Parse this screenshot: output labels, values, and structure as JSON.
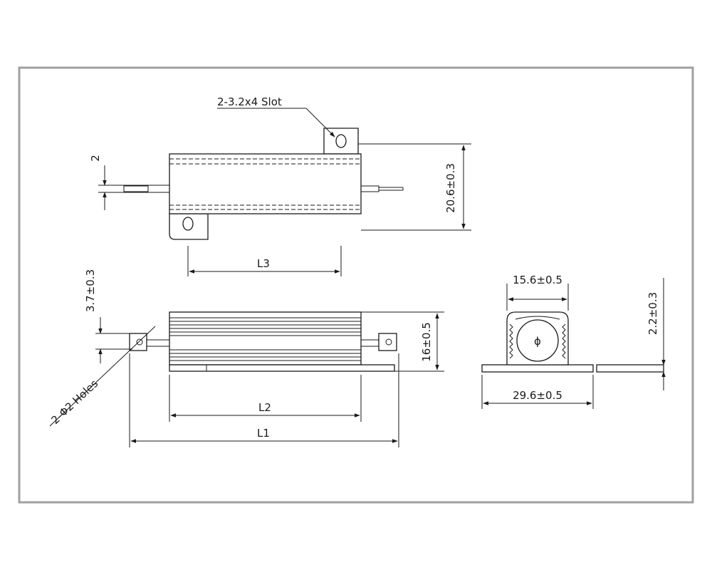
{
  "colors": {
    "frame": "#a0a0a0",
    "line": "#1a1a1a",
    "background": "#ffffff"
  },
  "labels": {
    "slot": "2-3.2x4 Slot",
    "holes": "2-Φ2 Holes",
    "dim_2": "2",
    "dim_20_6": "20.6±0.3",
    "dim_L3": "L3",
    "dim_3_7": "3.7±0.3",
    "dim_16": "16±0.5",
    "dim_L2": "L2",
    "dim_L1": "L1",
    "dim_15_6": "15.6±0.5",
    "dim_29_6": "29.6±0.5",
    "dim_2_2": "2.2±0.3",
    "phi_symbol": "ϕ"
  }
}
